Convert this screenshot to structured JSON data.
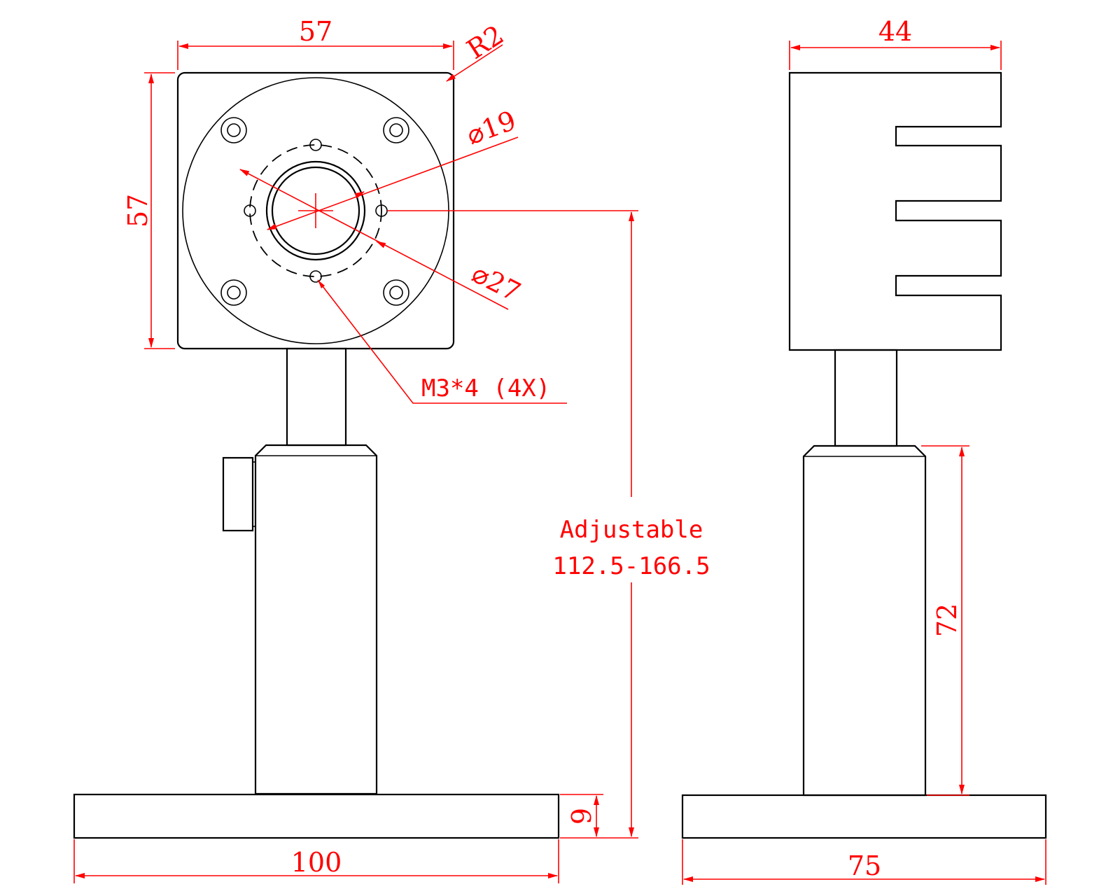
{
  "dimensions": {
    "top_width": "57",
    "corner_radius": "R2",
    "height": "57",
    "bore_inner": "⌀19",
    "bore_outer": "⌀27",
    "thread": "M3*4 (4X)",
    "adjust_label": "Adjustable",
    "adjust_range": "112.5-166.5",
    "base_thickness": "9",
    "base_width_front": "100",
    "side_width": "44",
    "post_height": "72",
    "base_width_side": "75"
  },
  "colors": {
    "object_lines": "#000000",
    "dimension_lines": "#ff0000"
  }
}
